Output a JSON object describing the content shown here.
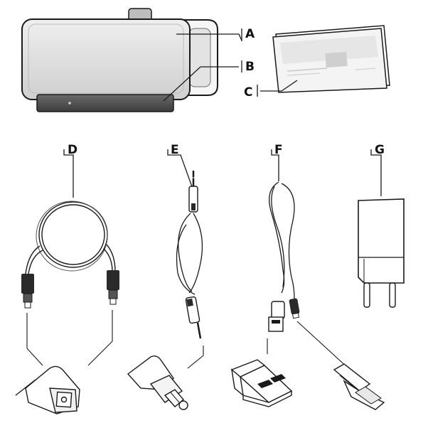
{
  "labels": {
    "a": "A",
    "b": "B",
    "c": "C",
    "d": "D",
    "e": "E",
    "f": "F",
    "g": "G"
  },
  "colors": {
    "ink": "#1a1a1a",
    "device_body": "#d9d9d9",
    "device_top": "#ececec",
    "base": "#4a4a4a",
    "booklet": "#f2f2f2",
    "charger": "#ffffff"
  }
}
